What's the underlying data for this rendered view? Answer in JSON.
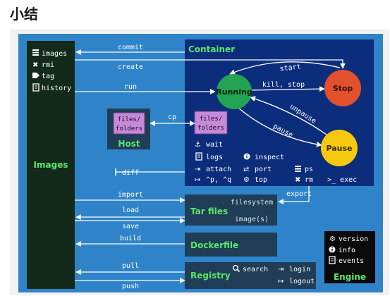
{
  "page": {
    "heading": "小结"
  },
  "colors": {
    "canvas_blue": "#2f84c9",
    "images_panel": "#132a1a",
    "container_panel": "#0b2d7b",
    "dark_panel": "#1f3d56",
    "running": "#23a453",
    "stop": "#e0512c",
    "pause": "#f6c90e",
    "files_purple": "#c58ad8",
    "label_green": "#5ce66a"
  },
  "images_panel": {
    "items": [
      {
        "icon": "list-icon",
        "label": "images"
      },
      {
        "icon": "cross-icon",
        "label": "rmi"
      },
      {
        "icon": "tag-icon",
        "label": "tag"
      },
      {
        "icon": "document-icon",
        "label": "history"
      }
    ],
    "title": "Images"
  },
  "container_panel": {
    "title": "Container",
    "states": {
      "running": "Running",
      "stop": "Stop",
      "pause": "Pause"
    },
    "transitions": {
      "start": "start",
      "kill_stop": "kill, stop",
      "unpause": "unpause",
      "pause": "pause"
    },
    "commands": [
      {
        "icon": "anchor-icon",
        "label": "wait"
      },
      {
        "icon": "document-icon",
        "label": "logs"
      },
      {
        "icon": "info-icon",
        "label": "inspect"
      },
      {
        "icon": "attach-icon",
        "label": "attach"
      },
      {
        "icon": "exchange-icon",
        "label": "port"
      },
      {
        "icon": "list-icon",
        "label": "ps"
      },
      {
        "icon": "detach-icon",
        "label": "^p, ^q"
      },
      {
        "icon": "cogs-icon",
        "label": "top"
      },
      {
        "icon": "cross-icon",
        "label": "rm"
      },
      {
        "icon": "terminal-icon",
        "label": ">_ exec"
      }
    ],
    "files_folders": "files/\nfolders"
  },
  "host_panel": {
    "files_folders": "files/\nfolders",
    "title": "Host"
  },
  "tar_panel": {
    "title": "Tar files",
    "filesystem": "filesystem",
    "images": "image(s)"
  },
  "dockerfile_panel": {
    "title": "Dockerfile"
  },
  "registry_panel": {
    "title": "Registry",
    "items": [
      {
        "icon": "search-icon",
        "label": "search"
      },
      {
        "icon": "login-icon",
        "label": "login"
      },
      {
        "icon": "logout-icon",
        "label": "logout"
      }
    ]
  },
  "engine_panel": {
    "title": "Engine",
    "items": [
      {
        "icon": "gear-icon",
        "label": "version"
      },
      {
        "icon": "info-icon",
        "label": "info"
      },
      {
        "icon": "document-icon",
        "label": "events"
      }
    ]
  },
  "arrows": {
    "commit": "commit",
    "create": "create",
    "run": "run",
    "cp": "cp",
    "diff": "diff",
    "import": "import",
    "load": "load",
    "save": "save",
    "build": "build",
    "pull": "pull",
    "push": "push",
    "export": "export"
  }
}
